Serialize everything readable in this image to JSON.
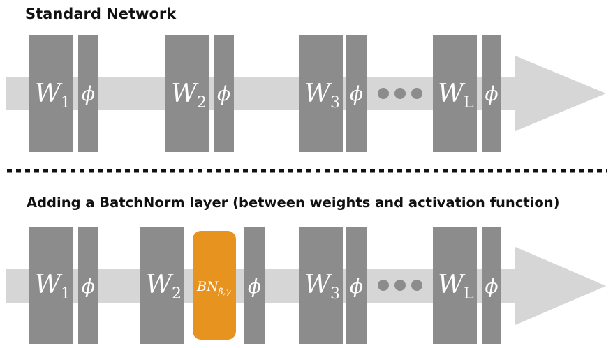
{
  "colors": {
    "arrow": "#d6d6d6",
    "block": "#8c8c8c",
    "batchnorm": "#e79320",
    "symbol": "#ffffff",
    "heading": "#111111",
    "dots": "#8c8c8c",
    "separator": "#111111"
  },
  "top": {
    "title": "Standard Network",
    "layers": [
      {
        "w_label": "W",
        "w_sub": "1",
        "act": "ϕ"
      },
      {
        "w_label": "W",
        "w_sub": "2",
        "act": "ϕ"
      },
      {
        "w_label": "W",
        "w_sub": "3",
        "act": "ϕ"
      },
      {
        "w_label": "W",
        "w_sub": "L",
        "act": "ϕ"
      }
    ]
  },
  "bottom": {
    "title": "Adding a BatchNorm layer (between weights and activation function)",
    "layers": [
      {
        "w_label": "W",
        "w_sub": "1",
        "act": "ϕ"
      },
      {
        "w_label": "W",
        "w_sub": "2",
        "act": "ϕ"
      },
      {
        "w_label": "W",
        "w_sub": "3",
        "act": "ϕ"
      },
      {
        "w_label": "W",
        "w_sub": "L",
        "act": "ϕ"
      }
    ],
    "batchnorm": {
      "label": "BN",
      "sub": "β,γ"
    }
  }
}
